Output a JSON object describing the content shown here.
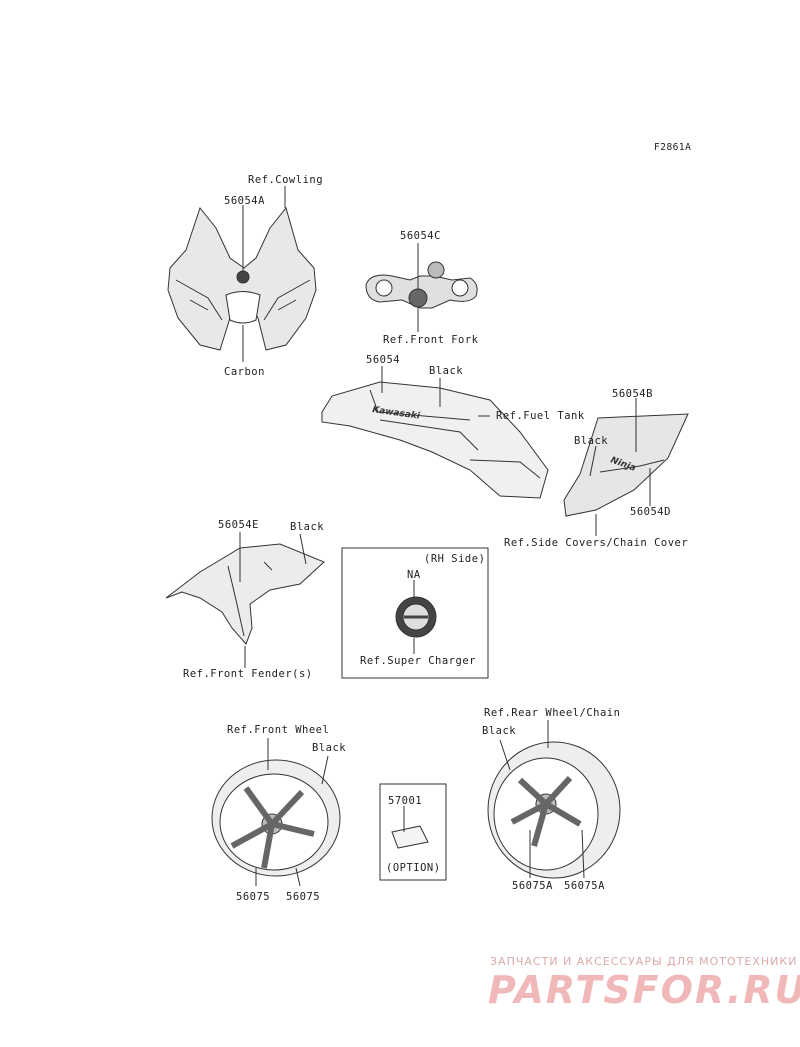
{
  "diagram_code": "F2861A",
  "cowling": {
    "ref": "Ref.Cowling",
    "part": "56054A",
    "note": "Carbon"
  },
  "front_fork": {
    "part": "56054C",
    "ref": "Ref.Front Fork"
  },
  "fuel_tank": {
    "part": "56054",
    "color": "Black",
    "ref": "Ref.Fuel Tank",
    "brand_text": "Kawasaki"
  },
  "side_covers": {
    "part_top": "56054B",
    "color": "Black",
    "part_bottom": "56054D",
    "ref": "Ref.Side Covers/Chain Cover",
    "brand_text": "Ninja"
  },
  "front_fender": {
    "part": "56054E",
    "color": "Black",
    "ref": "Ref.Front Fender(s)"
  },
  "super_charger": {
    "side": "(RH Side)",
    "na": "NA",
    "ref": "Ref.Super Charger"
  },
  "front_wheel": {
    "ref": "Ref.Front Wheel",
    "color": "Black",
    "part_left": "56075",
    "part_right": "56075"
  },
  "option_box": {
    "part": "57001",
    "note": "(OPTION)"
  },
  "rear_wheel": {
    "ref": "Ref.Rear Wheel/Chain",
    "color": "Black",
    "part_left": "56075A",
    "part_right": "56075A"
  },
  "watermark": {
    "tagline": "ЗАПЧАСТИ И АКСЕССУАРЫ ДЛЯ МОТОТЕХНИКИ",
    "brand": "PARTSFOR.RU"
  }
}
